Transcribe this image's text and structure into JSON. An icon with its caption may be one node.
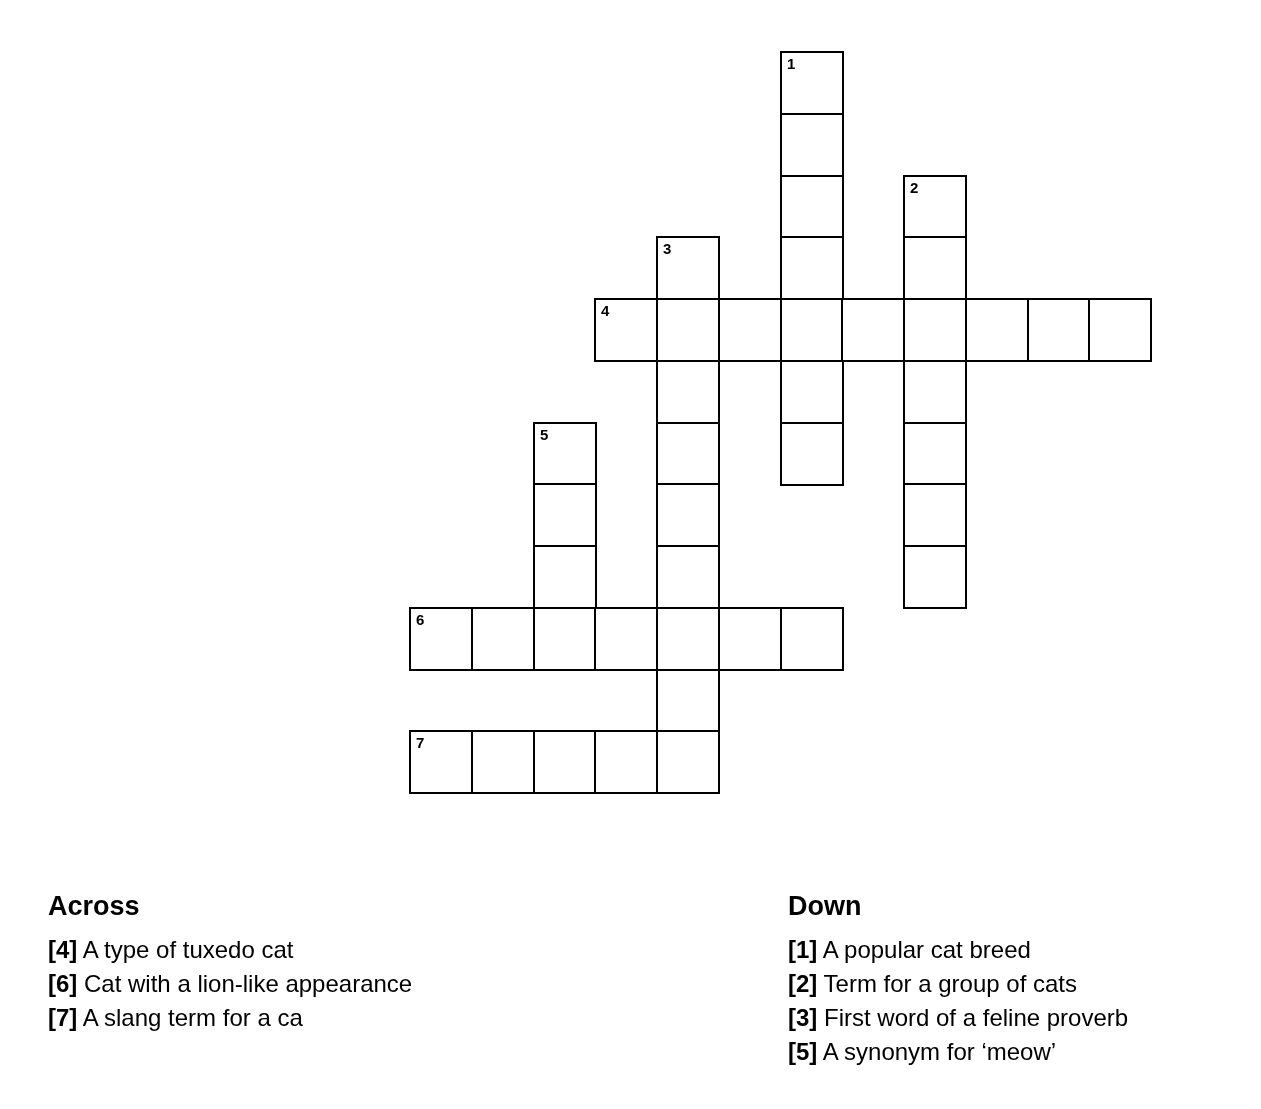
{
  "diagram": {
    "labels": [
      "1",
      "2",
      "3",
      "4",
      "5",
      "6",
      "7",
      "Across",
      "**[4]** A type of tuxedo cat",
      "**[6]** Cat with a lion-like appearance",
      "**[7]** A slang term for a ca",
      "Down",
      "**[1]** A popular cat breed",
      "**[2]** Term for a group of cats",
      "**[3]** First word of a feline proverb",
      "**[5]** A synonym for ‘meow’"
    ]
  }
}
